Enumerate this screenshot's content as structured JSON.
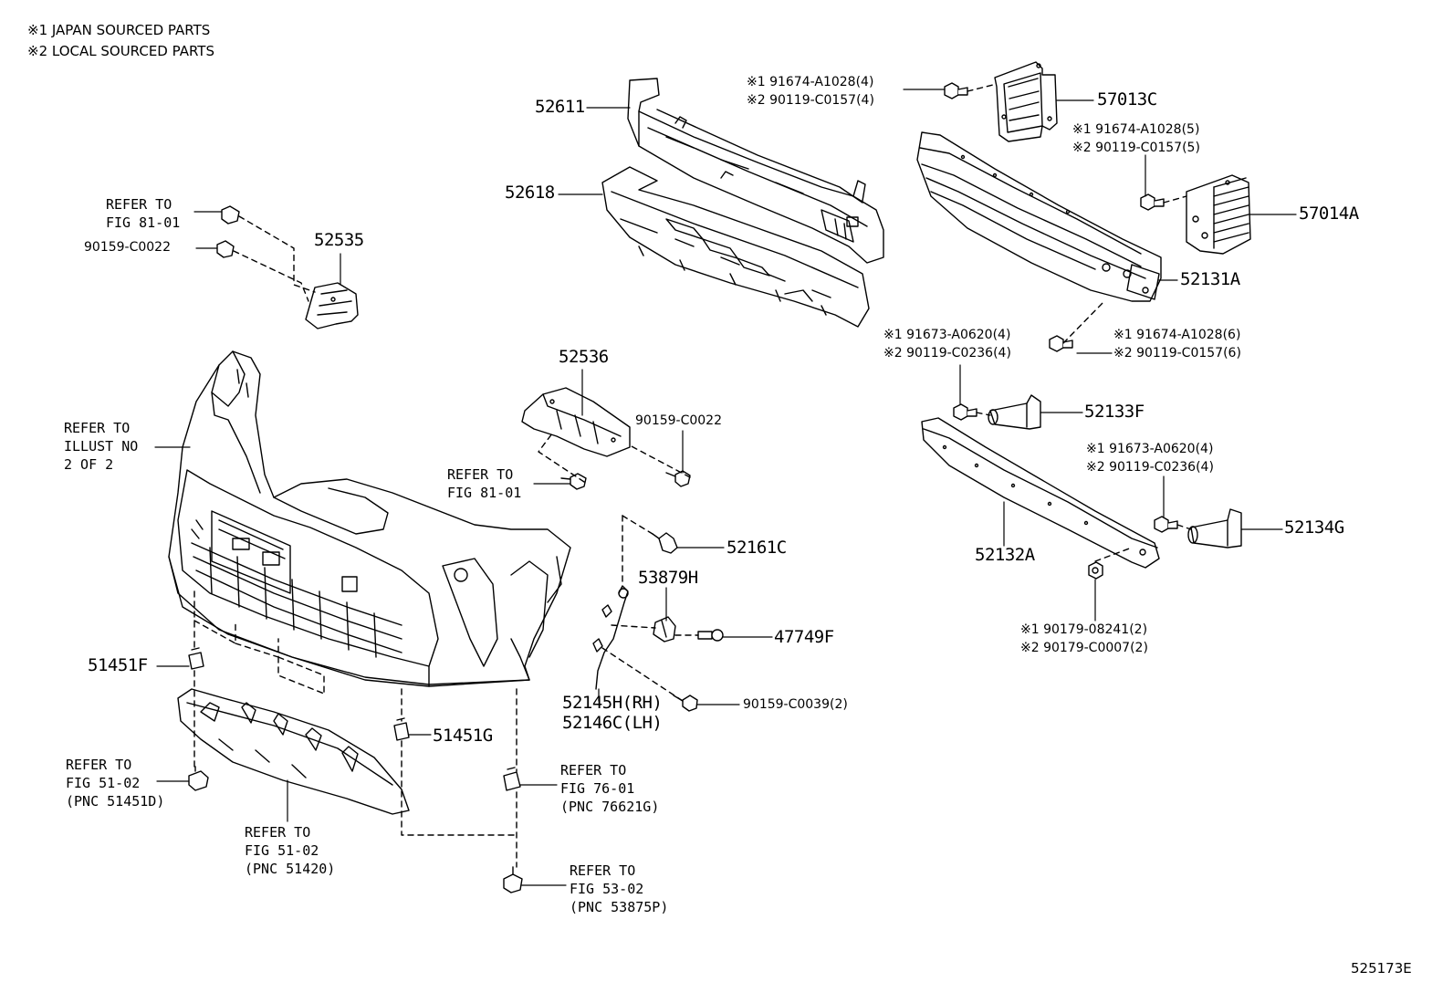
{
  "notes": {
    "line1": "※1 JAPAN SOURCED PARTS",
    "line2": "※2 LOCAL SOURCED PARTS"
  },
  "drawing_code": "525173E",
  "labels": {
    "p52611": "52611",
    "p52618": "52618",
    "p57013C": "57013C",
    "p57014A": "57014A",
    "p52131A": "52131A",
    "p52133F": "52133F",
    "p52134G": "52134G",
    "p52132A": "52132A",
    "p52535": "52535",
    "p52536": "52536",
    "p52161C": "52161C",
    "p53879H": "53879H",
    "p47749F": "47749F",
    "p51451F": "51451F",
    "p51451G": "51451G",
    "p52145H": "52145H(RH)",
    "p52146C": "52146C(LH)",
    "bolt_top_1": "※1 91674-A1028(4)",
    "bolt_top_2": "※2 90119-C0157(4)",
    "bolt_mid_1": "※1 91674-A1028(5)",
    "bolt_mid_2": "※2 90119-C0157(5)",
    "bolt_l_1": "※1 91673-A0620(4)",
    "bolt_l_2": "※2 90119-C0236(4)",
    "bolt_r_1": "※1 91674-A1028(6)",
    "bolt_r_2": "※2 90119-C0157(6)",
    "bolt_low_1": "※1 91673-A0620(4)",
    "bolt_low_2": "※2 90119-C0236(4)",
    "nut_1": "※1 90179-08241(2)",
    "nut_2": "※2 90179-C0007(2)",
    "screw_c0022_a": "90159-C0022",
    "screw_c0022_b": "90159-C0022",
    "screw_c0039": "90159-C0039(2)"
  },
  "refers": {
    "fig8101_a": "REFER TO\nFIG 81-01",
    "illust": "REFER TO\nILLUST NO\n2 OF 2",
    "fig8101_b": "REFER TO\nFIG 81-01",
    "fig5102_a": "REFER TO\nFIG 51-02\n(PNC 51451D)",
    "fig5102_b": "REFER TO\nFIG 51-02\n(PNC 51420)",
    "fig7601": "REFER TO\nFIG 76-01\n(PNC 76621G)",
    "fig5302": "REFER TO\nFIG 53-02\n(PNC 53875P)"
  }
}
